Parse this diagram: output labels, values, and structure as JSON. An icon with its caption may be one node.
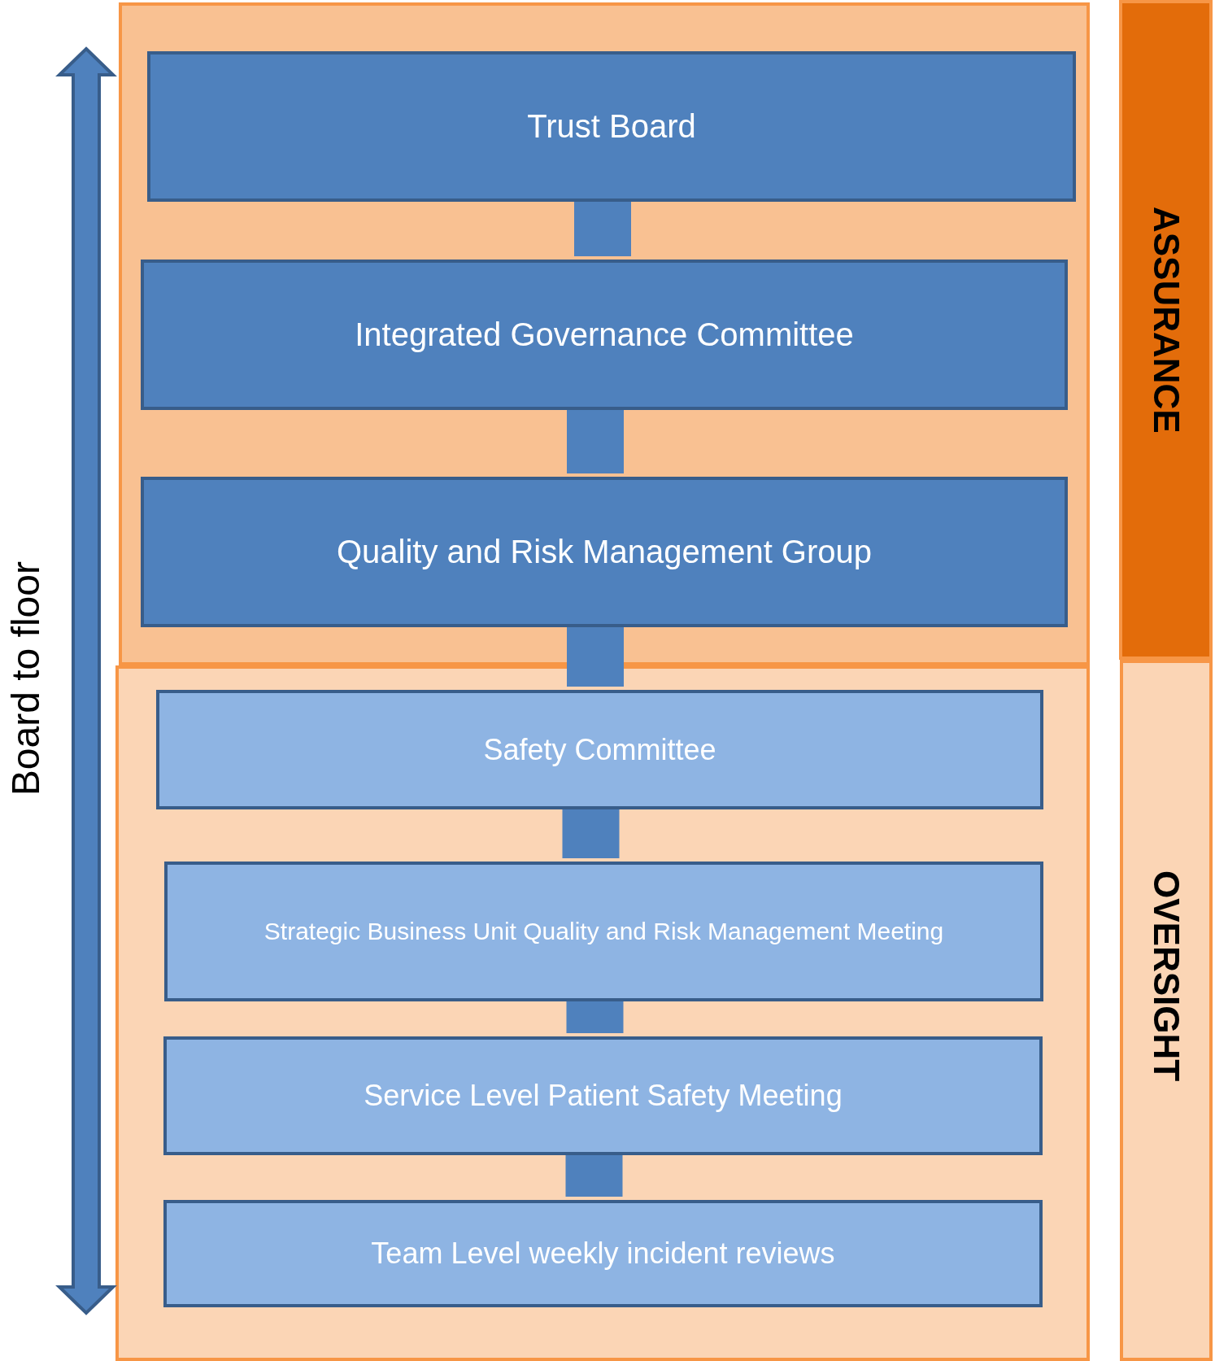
{
  "diagram": {
    "nodes": [
      {
        "text": [],
        "shape": "box"
      },
      {
        "text": [
          "Trust Board"
        ],
        "in": 0
      },
      {
        "text": [
          "Integrated Governance Committee"
        ],
        "in": 0
      },
      {
        "text": [
          "Quality and Risk Management Group"
        ],
        "in": 0
      },
      {
        "text": [],
        "shape": "box"
      },
      {
        "text": [
          "Safety Committee"
        ],
        "in": 4
      },
      {
        "text": [
          "Strategic Business Unit Quality and Risk Management Meeting"
        ],
        "in": 4
      },
      {
        "text": [
          "Service Level Patient Safety Meeting"
        ],
        "in": 4
      },
      {
        "text": [
          "Team Level weekly incident reviews"
        ],
        "in": 4
      },
      {
        "text": [
          "ASSURANCE"
        ]
      },
      {
        "text": [
          "OVERSIGHT"
        ]
      }
    ],
    "edges": [
      {
        "from": 1,
        "to": 2,
        "arrow": "none"
      },
      {
        "from": 2,
        "to": 3,
        "arrow": "none"
      },
      {
        "from": 3,
        "to": 5,
        "arrow": "none"
      },
      {
        "from": 5,
        "to": 6,
        "arrow": "none"
      },
      {
        "from": 6,
        "to": 7,
        "arrow": "none"
      },
      {
        "from": 7,
        "to": 8,
        "arrow": "none"
      }
    ],
    "labels": [
      "Board to floor"
    ]
  }
}
